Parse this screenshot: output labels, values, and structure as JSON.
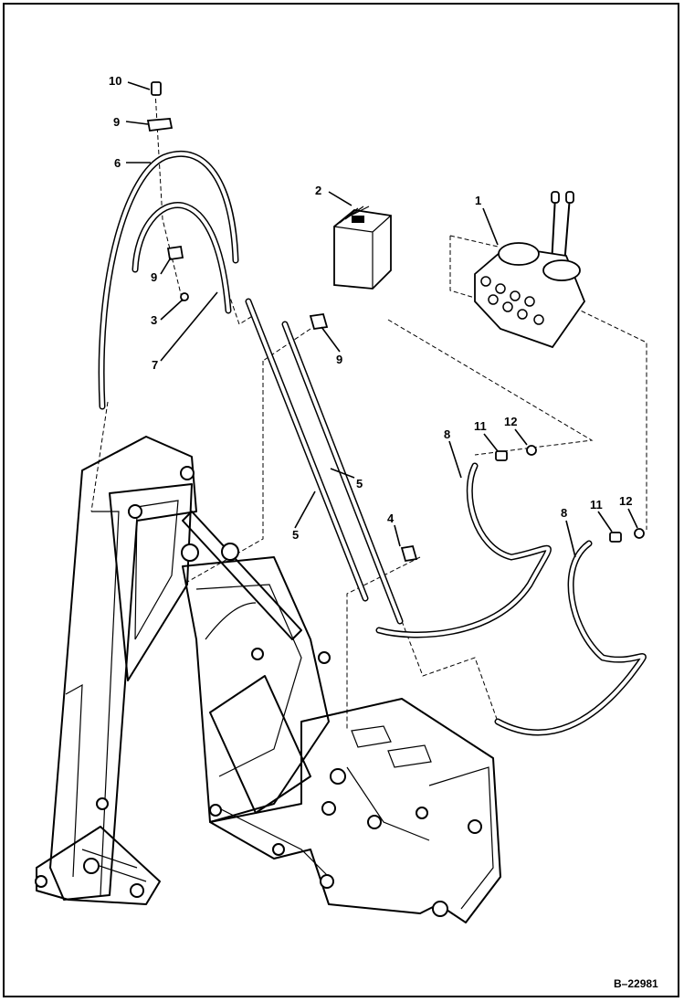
{
  "figure_id": "B–22981",
  "callouts": [
    {
      "id": "c1",
      "label": "1"
    },
    {
      "id": "c2",
      "label": "2"
    },
    {
      "id": "c3",
      "label": "3"
    },
    {
      "id": "c4",
      "label": "4"
    },
    {
      "id": "c5a",
      "label": "5"
    },
    {
      "id": "c5b",
      "label": "5"
    },
    {
      "id": "c6",
      "label": "6"
    },
    {
      "id": "c7",
      "label": "7"
    },
    {
      "id": "c8a",
      "label": "8"
    },
    {
      "id": "c8b",
      "label": "8"
    },
    {
      "id": "c9a",
      "label": "9"
    },
    {
      "id": "c9b",
      "label": "9"
    },
    {
      "id": "c9c",
      "label": "9"
    },
    {
      "id": "c10",
      "label": "10"
    },
    {
      "id": "c11a",
      "label": "11"
    },
    {
      "id": "c11b",
      "label": "11"
    },
    {
      "id": "c12a",
      "label": "12"
    },
    {
      "id": "c12b",
      "label": "12"
    }
  ]
}
